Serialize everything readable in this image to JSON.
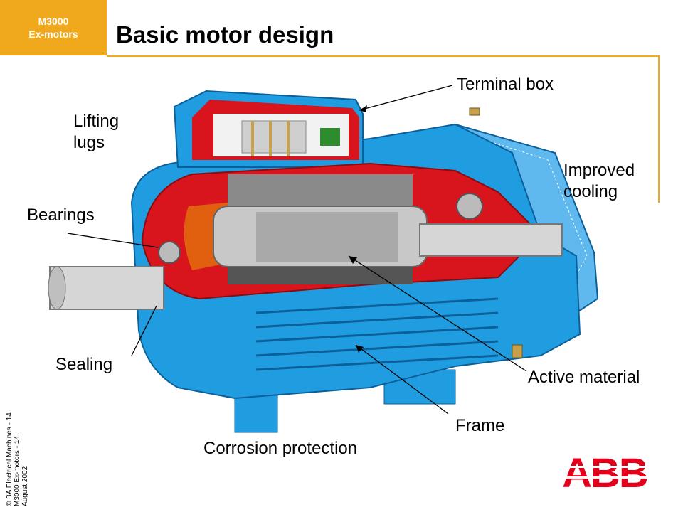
{
  "header": {
    "tag_line1": "M3000",
    "tag_line2": "Ex-motors",
    "title": "Basic motor design"
  },
  "labels": {
    "terminal_box": "Terminal box",
    "lifting_lugs_1": "Lifting",
    "lifting_lugs_2": "lugs",
    "improved_cooling_1": "Improved",
    "improved_cooling_2": "cooling",
    "bearings": "Bearings",
    "sealing": "Sealing",
    "active_material": "Active material",
    "frame": "Frame",
    "corrosion_protection": "Corrosion protection"
  },
  "footer": {
    "line1": "© BA Electrical Machines - 14",
    "line2": "M3000 Ex-motors - 14",
    "line3": "August 2002"
  },
  "logo": {
    "text": "ABB",
    "color": "#e2001a"
  },
  "colors": {
    "accent": "#f0a81c",
    "frame_blue": "#1f9de0",
    "cutaway_red": "#d8141d"
  }
}
